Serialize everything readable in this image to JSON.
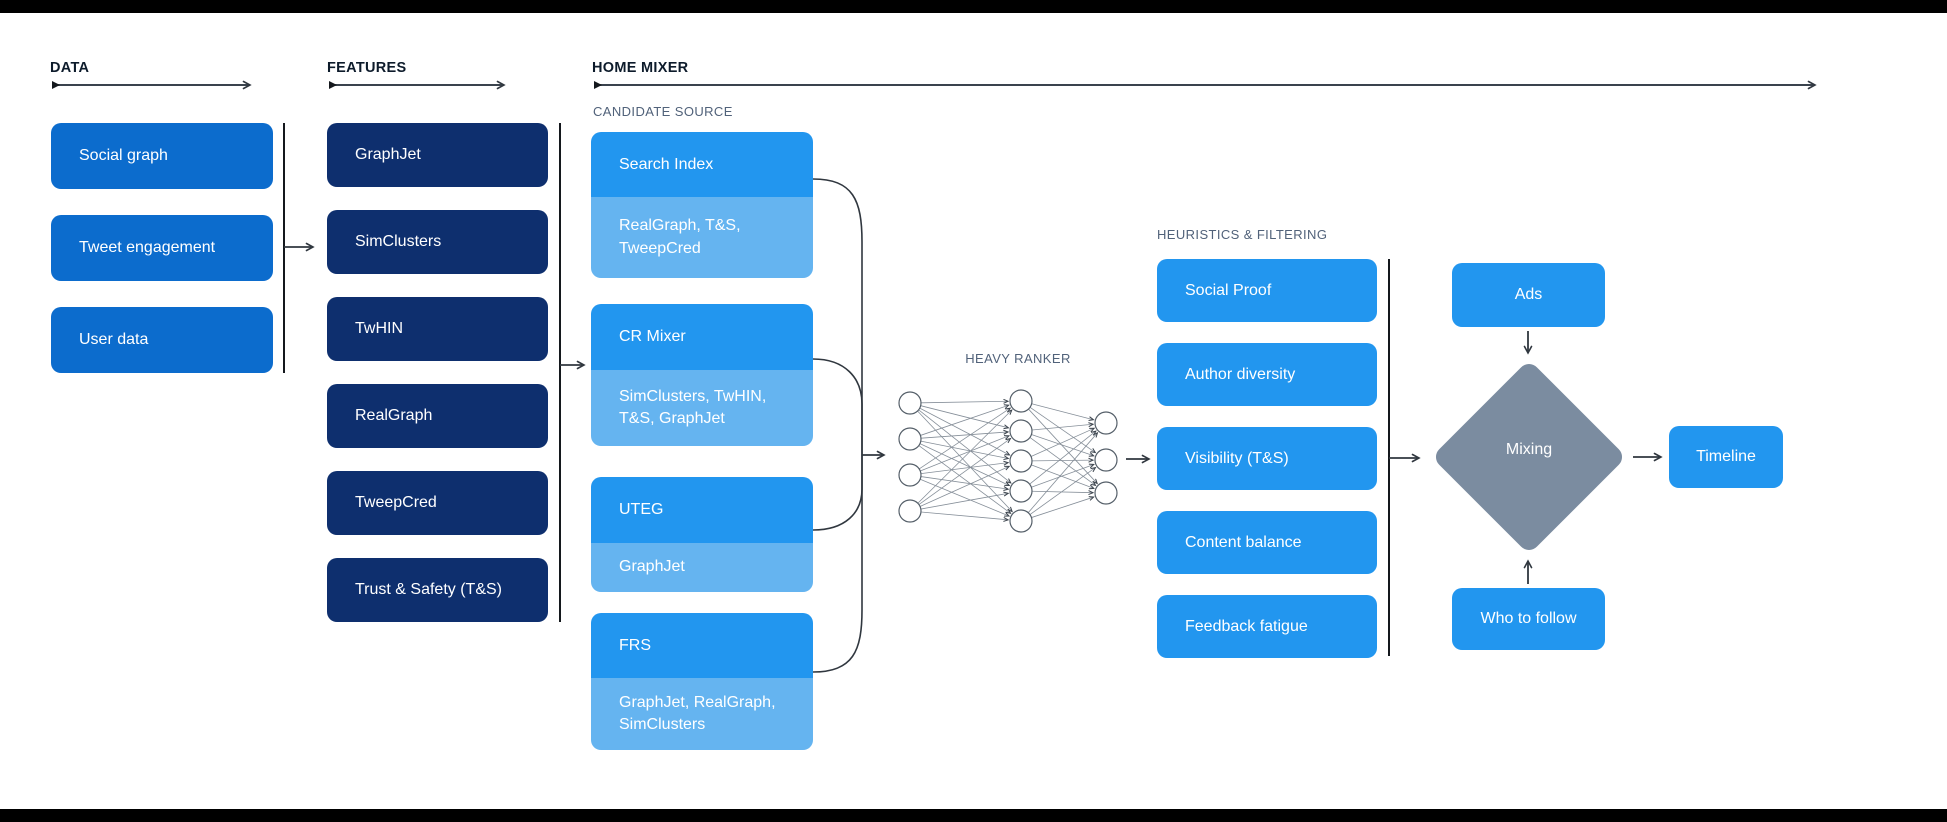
{
  "headers": {
    "data": "DATA",
    "features": "FEATURES",
    "home_mixer": "HOME MIXER"
  },
  "data_column": {
    "items": [
      "Social graph",
      "Tweet engagement",
      "User data"
    ]
  },
  "features_column": {
    "items": [
      "GraphJet",
      "SimClusters",
      "TwHIN",
      "RealGraph",
      "TweepCred",
      "Trust & Safety (T&S)"
    ]
  },
  "candidate_source": {
    "label": "CANDIDATE SOURCE",
    "groups": [
      {
        "title": "Search Index",
        "sources": "RealGraph, T&S, TweepCred"
      },
      {
        "title": "CR Mixer",
        "sources": "SimClusters, TwHIN, T&S, GraphJet"
      },
      {
        "title": "UTEG",
        "sources": "GraphJet"
      },
      {
        "title": "FRS",
        "sources": "GraphJet, RealGraph, SimClusters"
      }
    ]
  },
  "heavy_ranker": {
    "label": "HEAVY RANKER"
  },
  "heuristics": {
    "label": "HEURISTICS & FILTERING",
    "items": [
      "Social Proof",
      "Author diversity",
      "Visibility (T&S)",
      "Content balance",
      "Feedback fatigue"
    ]
  },
  "mixing_stage": {
    "ads": "Ads",
    "diamond": "Mixing",
    "who_to_follow": "Who to follow",
    "timeline": "Timeline"
  },
  "colors": {
    "data_blue": "#0c6ccd",
    "feature_navy": "#0e2f6e",
    "bright_blue": "#2296ef",
    "light_blue": "#65b4f0",
    "diamond_gray": "#7b8ca0",
    "line_dark": "#30373f",
    "label_slate": "#51627a"
  }
}
